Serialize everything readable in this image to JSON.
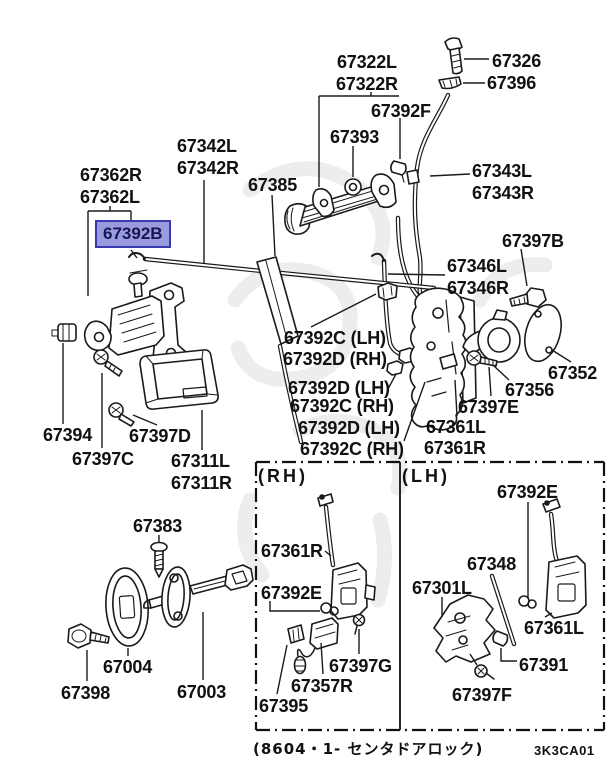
{
  "figure": {
    "type": "parts-diagram",
    "line_color": "#1a1a1a",
    "highlight_bg": "#9a9ade",
    "highlight_border": "#3a3ab0",
    "highlight_text": "#16164f",
    "background": "#ffffff"
  },
  "part_labels": {
    "m67322L": "67322L",
    "m67322R": "67322R",
    "m67326": "67326",
    "m67396": "67396",
    "m67392F": "67392F",
    "m67393": "67393",
    "m67342L": "67342L",
    "m67342R": "67342R",
    "m67385": "67385",
    "m67343L": "67343L",
    "m67343R": "67343R",
    "m67362R": "67362R",
    "m67362L": "67362L",
    "m67392B": "67392B",
    "m67397B": "67397B",
    "m67346L": "67346L",
    "m67346R": "67346R",
    "pair1a": "67392C (LH)",
    "pair1b": "67392D (RH)",
    "pair2a": "67392D (LH)",
    "pair2b": "67392C (RH)",
    "pair3a": "67392D (LH)",
    "pair3b": "67392C (RH)",
    "m67352": "67352",
    "m67356": "67356",
    "m67397E": "67397E",
    "m67361L": "67361L",
    "m67361R": "67361R",
    "m67394": "67394",
    "m67397D": "67397D",
    "m67397C": "67397C",
    "m67311L": "67311L",
    "m67311R": "67311R",
    "m67383": "67383",
    "m67004": "67004",
    "m67398": "67398",
    "m67003": "67003"
  },
  "inset": {
    "rh_header": "(RH)",
    "lh_header": "(LH)",
    "rh_67361R": "67361R",
    "rh_67392E": "67392E",
    "rh_67397G": "67397G",
    "rh_67357R": "67357R",
    "rh_67395": "67395",
    "lh_67392E": "67392E",
    "lh_67348": "67348",
    "lh_67301L": "67301L",
    "lh_67361L": "67361L",
    "lh_67391": "67391",
    "lh_67397F": "67397F"
  },
  "footer": {
    "caption": "(8604・1- センタドアロック)",
    "code": "3K3CA01"
  }
}
